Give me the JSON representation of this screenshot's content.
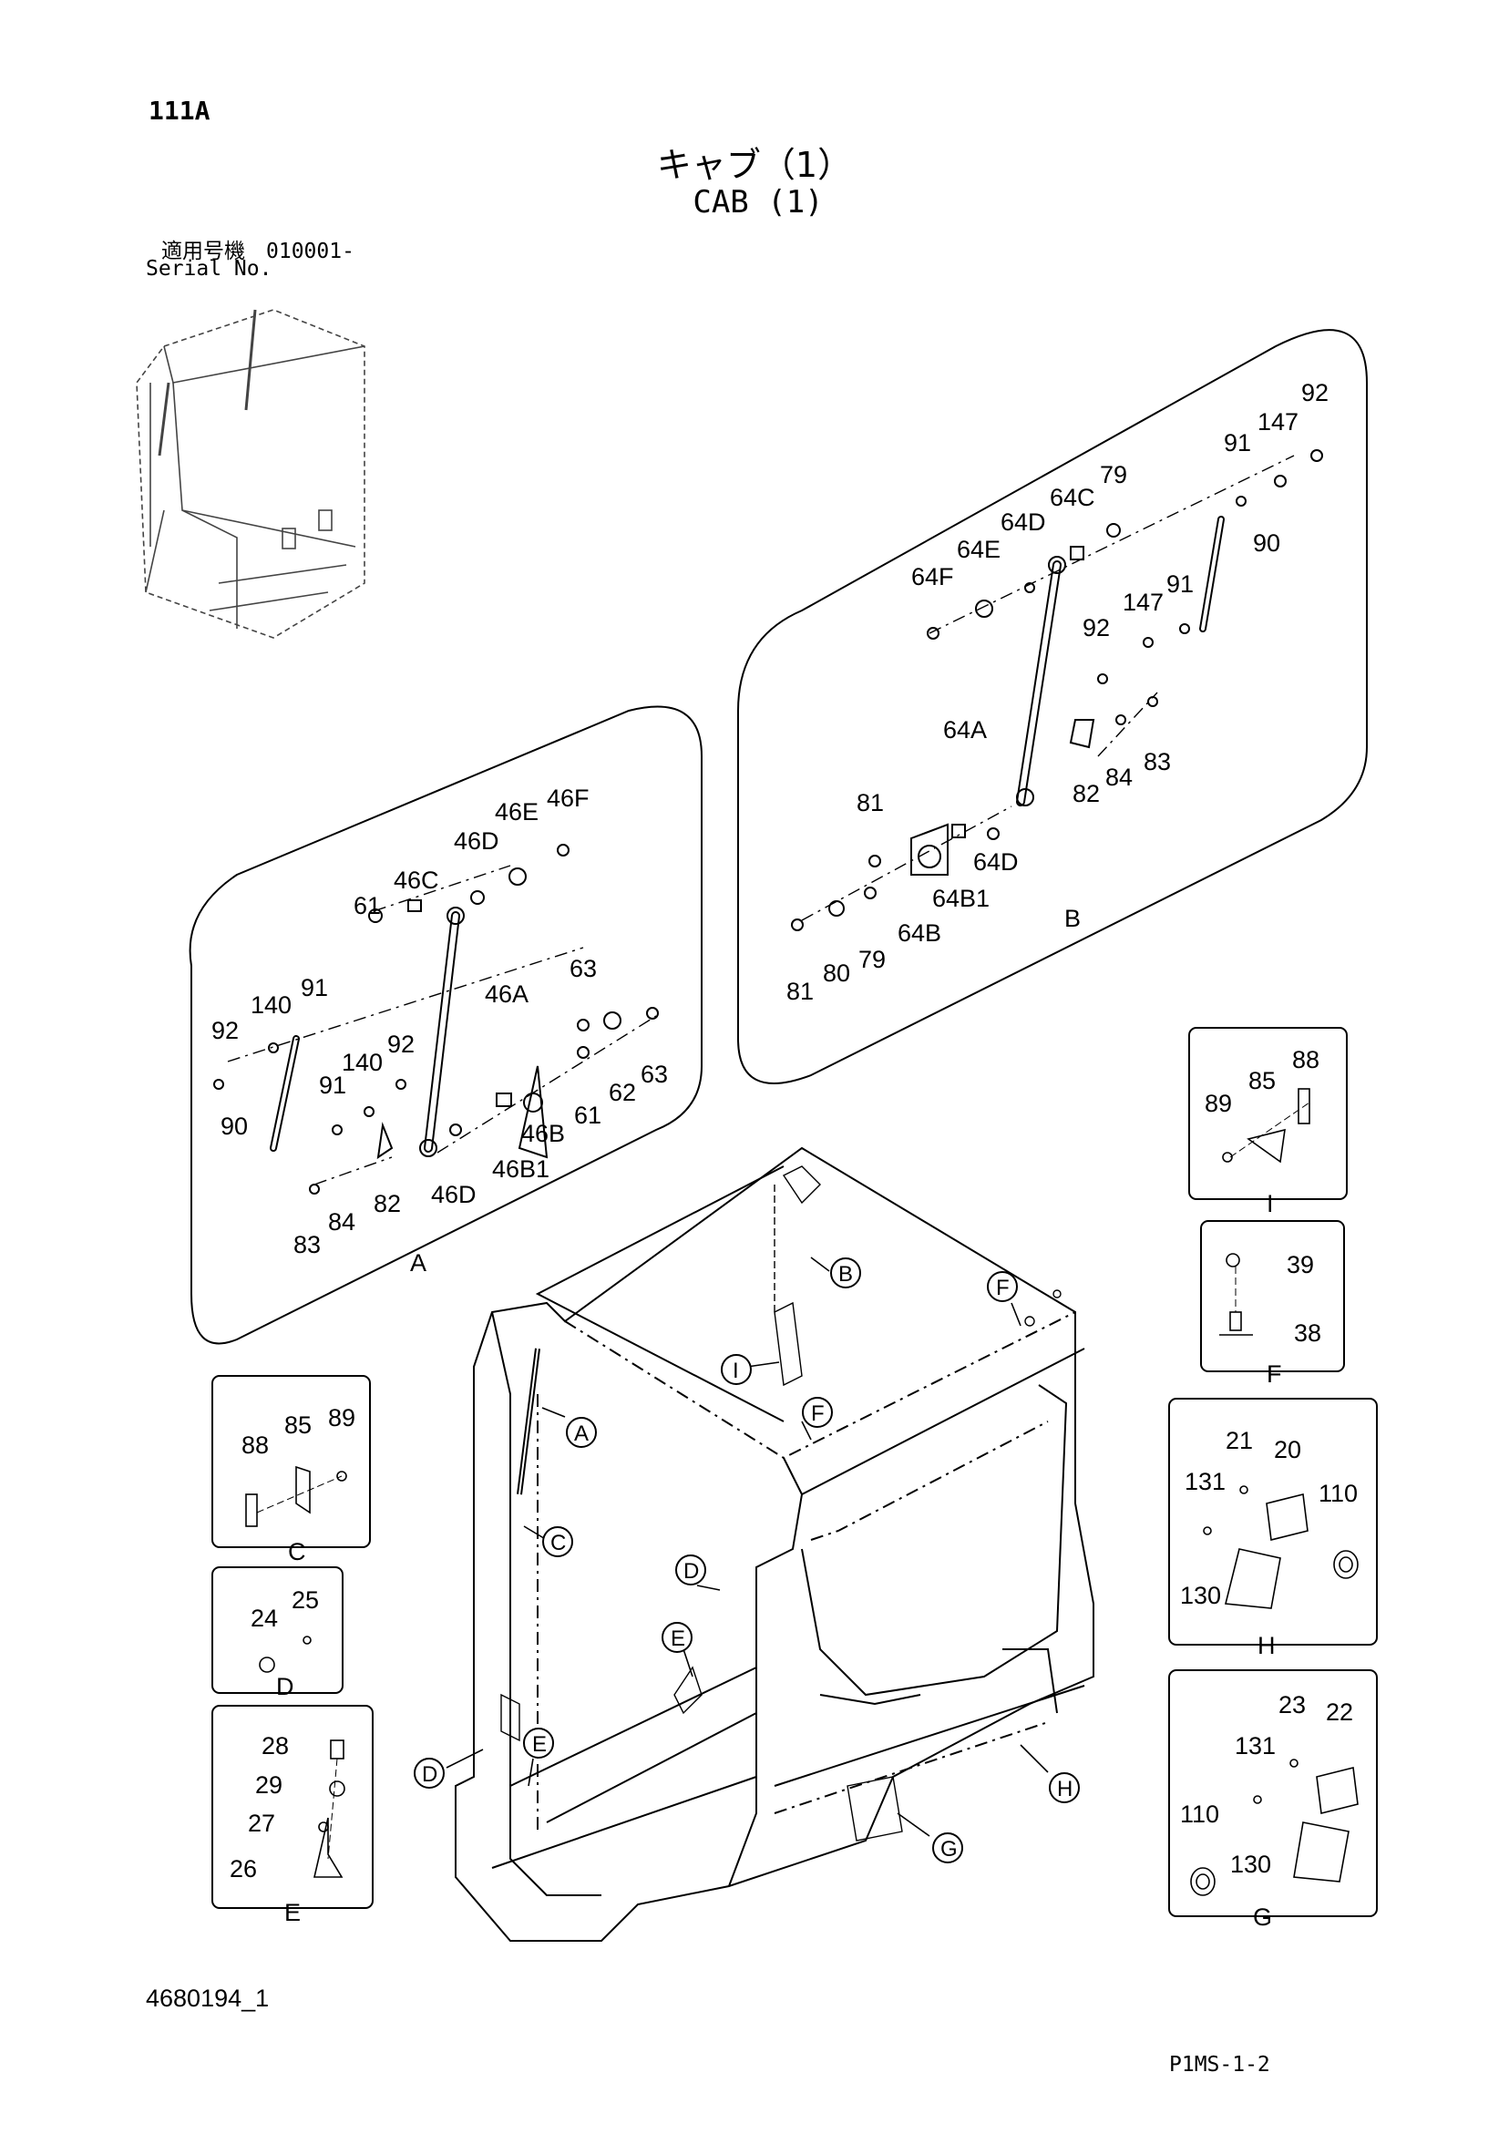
{
  "header": {
    "page_id": "111A",
    "title_jp": "キャブ（1）",
    "title_en": "CAB (1)",
    "serial_jp": "適用号機　010001-",
    "serial_en": "Serial No."
  },
  "footer": {
    "doc_number": "4680194_1",
    "page_code": "P1MS-1-2"
  },
  "detail_A": {
    "letter": "A",
    "parts": [
      "61",
      "46C",
      "46D",
      "46E",
      "46F",
      "140",
      "91",
      "92",
      "46A",
      "63",
      "140",
      "92",
      "91",
      "90",
      "62",
      "63",
      "61",
      "46B",
      "46B1",
      "83",
      "84",
      "82",
      "46D"
    ]
  },
  "detail_B": {
    "letter": "B",
    "parts": [
      "92",
      "147",
      "91",
      "79",
      "64C",
      "64D",
      "64E",
      "64F",
      "90",
      "147",
      "91",
      "92",
      "64A",
      "82",
      "84",
      "83",
      "81",
      "64D",
      "64B1",
      "64B",
      "81",
      "80",
      "79"
    ]
  },
  "detail_C": {
    "letter": "C",
    "parts": [
      "88",
      "85",
      "89"
    ]
  },
  "detail_D": {
    "letter": "D",
    "parts": [
      "25",
      "24"
    ]
  },
  "detail_E": {
    "letter": "E",
    "parts": [
      "28",
      "29",
      "27",
      "26"
    ]
  },
  "detail_I": {
    "letter": "I",
    "parts": [
      "89",
      "85",
      "88"
    ]
  },
  "detail_F": {
    "letter": "F",
    "parts": [
      "39",
      "38"
    ]
  },
  "detail_H": {
    "letter": "H",
    "parts": [
      "21",
      "20",
      "131",
      "110",
      "130"
    ]
  },
  "detail_G": {
    "letter": "G",
    "parts": [
      "23",
      "22",
      "131",
      "110",
      "130"
    ]
  },
  "callouts": [
    "B",
    "F",
    "I",
    "F",
    "A",
    "C",
    "D",
    "E",
    "D",
    "E",
    "H",
    "G"
  ]
}
